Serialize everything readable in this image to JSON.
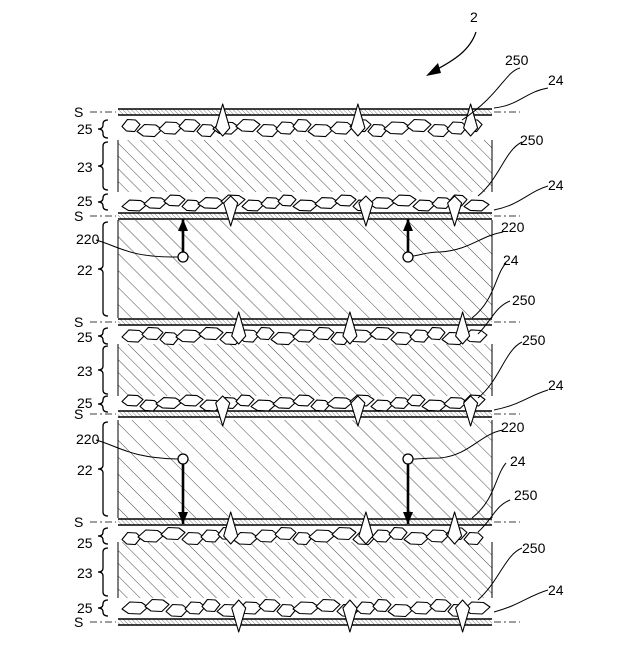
{
  "figure": {
    "ref_main": "2",
    "ref_surface": "S",
    "ref_layer_22": "22",
    "ref_layer_23": "23",
    "ref_layer_24": "24",
    "ref_layer_25": "25",
    "ref_250": "250",
    "ref_220": "220"
  },
  "colors": {
    "line": "#000000",
    "background": "#ffffff"
  }
}
